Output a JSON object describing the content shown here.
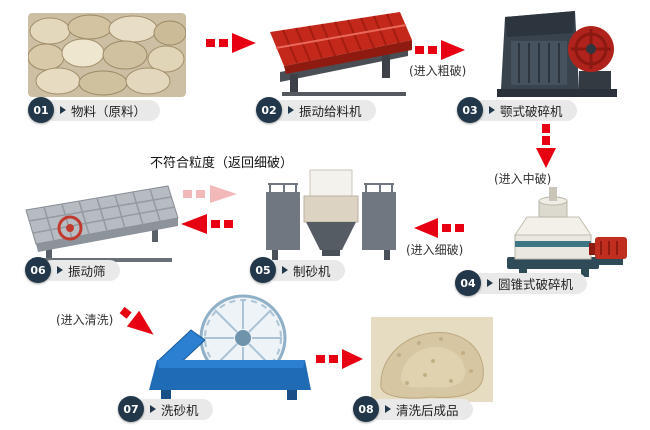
{
  "steps": [
    {
      "num": "01",
      "label": "物料（原料）"
    },
    {
      "num": "02",
      "label": "振动给料机"
    },
    {
      "num": "03",
      "label": "颚式破碎机"
    },
    {
      "num": "04",
      "label": "圆锥式破碎机"
    },
    {
      "num": "05",
      "label": "制砂机"
    },
    {
      "num": "06",
      "label": "振动筛"
    },
    {
      "num": "07",
      "label": "洗砂机"
    },
    {
      "num": "08",
      "label": "清洗后成品"
    }
  ],
  "notes": {
    "coarse": "(进入粗破)",
    "medium": "(进入中破)",
    "fine": "(进入细破)",
    "return_fine": "不符合粒度（返回细破）",
    "wash": "(进入清洗)"
  },
  "colors": {
    "arrow_red": "#e60012",
    "arrow_pink": "#f3b8ba",
    "badge_navy": "#22384a",
    "pill_gray": "#e9e9e9"
  }
}
